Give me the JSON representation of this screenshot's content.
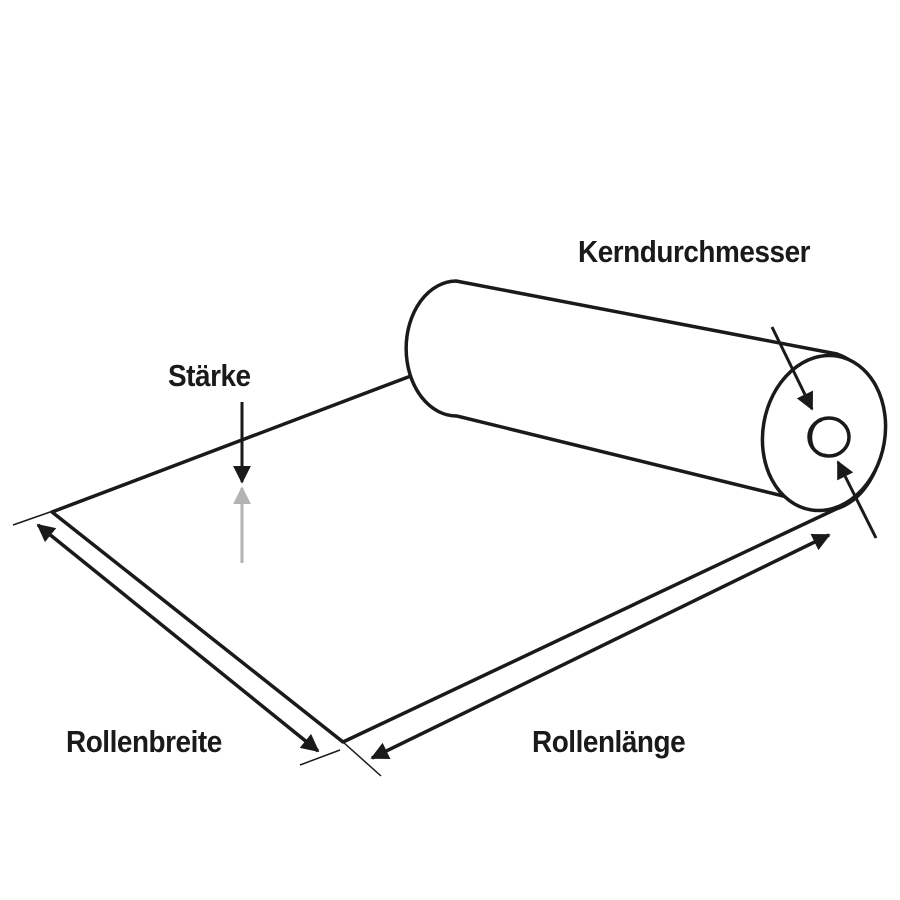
{
  "labels": {
    "core_diameter": "Kerndurchmesser",
    "thickness": "Stärke",
    "roll_width": "Rollenbreite",
    "roll_length": "Rollenlänge"
  },
  "colors": {
    "line": "#1a1a1a",
    "thickness_arrow_secondary": "#b3b3b3",
    "background": "#ffffff"
  }
}
